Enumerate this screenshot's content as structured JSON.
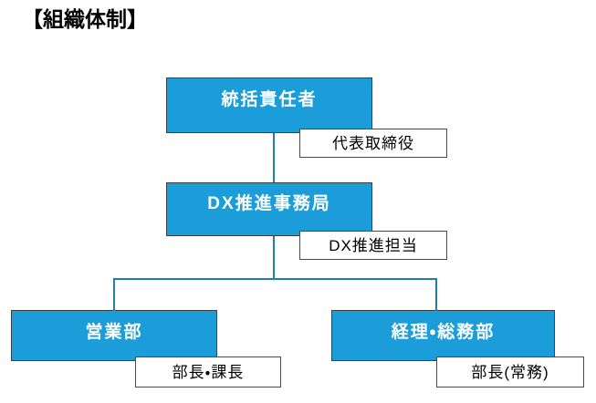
{
  "title": "【組織体制】",
  "theme": {
    "box_fill": "#1B9DD9",
    "box_border": "#3f3f3f",
    "box_text": "#ffffff",
    "role_fill": "#ffffff",
    "role_border": "#4a4a4a",
    "role_text": "#000000",
    "connector": "#1F7FA8",
    "background": "#ffffff"
  },
  "nodes": {
    "top": {
      "label": "統括責任者",
      "role": "代表取締役"
    },
    "second": {
      "label": "DX推進事務局",
      "role": "DX推進担当"
    },
    "left": {
      "label": "営業部",
      "role": "部長・課長"
    },
    "right": {
      "label": "経理・総務部",
      "role": "部長(常務)"
    }
  }
}
